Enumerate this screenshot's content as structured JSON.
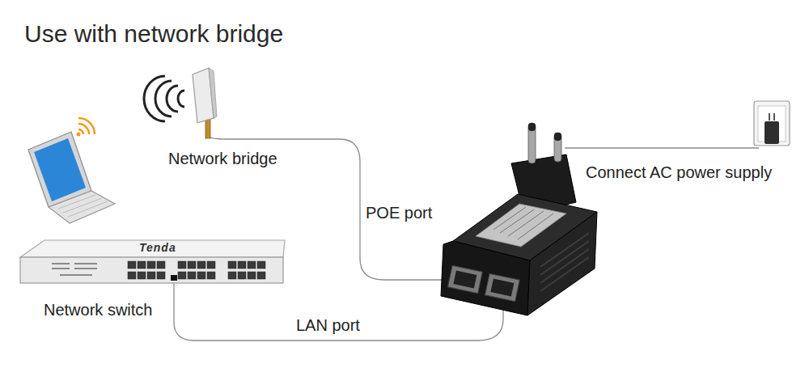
{
  "diagram": {
    "title": "Use with network bridge",
    "nodes": [
      {
        "text": [
          "Network bridge"
        ]
      },
      {
        "text": [
          "Network switch"
        ]
      }
    ],
    "labels": [
      "POE port",
      "LAN port",
      "Connect AC power supply",
      "Tenda"
    ]
  }
}
